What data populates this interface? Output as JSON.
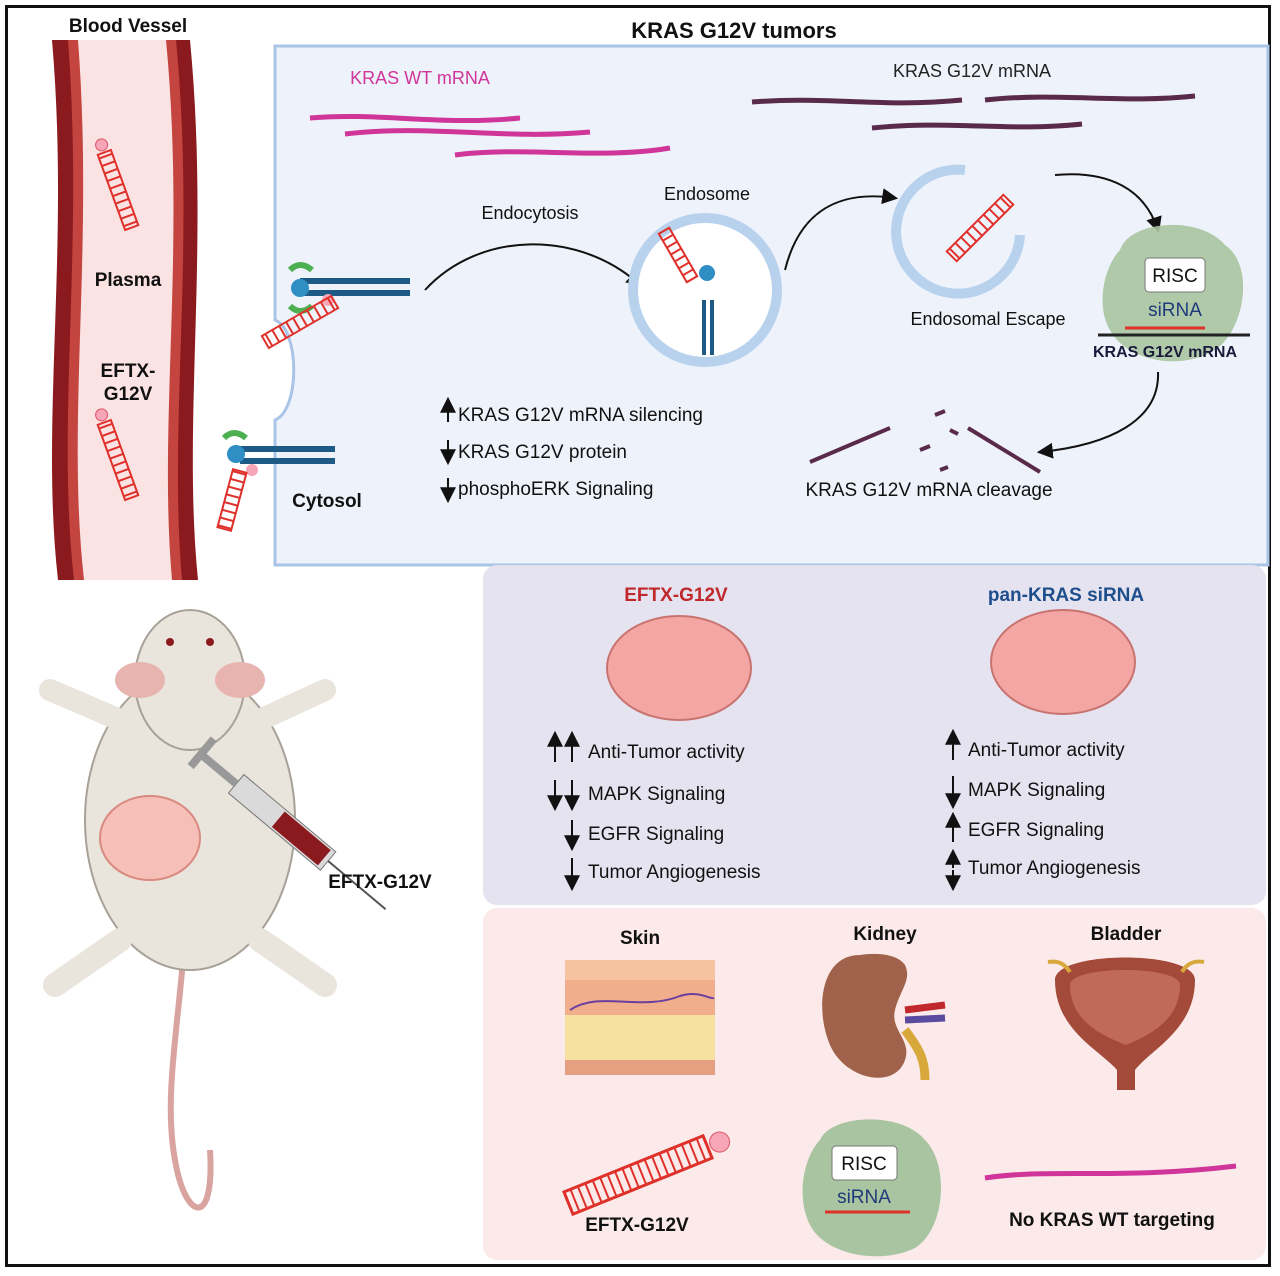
{
  "top": {
    "blood_vessel": "Blood Vessel",
    "title": "KRAS G12V tumors",
    "plasma": "Plasma",
    "eftx_line1": "EFTX-",
    "eftx_line2": "G12V",
    "cytosol": "Cytosol",
    "kras_wt_mrna": "KRAS WT mRNA",
    "kras_g12v_mrna": "KRAS G12V mRNA",
    "endocytosis": "Endocytosis",
    "endosome": "Endosome",
    "endosomal_escape": "Endosomal Escape",
    "risc": "RISC",
    "sirna": "siRNA",
    "risc_target": "KRAS G12V mRNA",
    "effect_1": "KRAS G12V mRNA silencing",
    "effect_2": "KRAS G12V protein",
    "effect_3": "phosphoERK Signaling",
    "cleavage": "KRAS G12V mRNA cleavage"
  },
  "mouse_label": "EFTX-G12V",
  "comparison": {
    "left_title": "EFTX-G12V",
    "right_title": "pan-KRAS siRNA",
    "left_color": "#c0282c",
    "right_color": "#1f4e8c",
    "left_items": [
      "Anti-Tumor activity",
      "MAPK Signaling",
      "EGFR Signaling",
      "Tumor Angiogenesis"
    ],
    "right_items": [
      "Anti-Tumor activity",
      "MAPK Signaling",
      "EGFR Signaling",
      "Tumor Angiogenesis"
    ]
  },
  "safety": {
    "skin": "Skin",
    "kidney": "Kidney",
    "bladder": "Bladder",
    "eftx": "EFTX-G12V",
    "risc": "RISC",
    "sirna": "siRNA",
    "no_wt": "No KRAS WT targeting"
  },
  "colors": {
    "wt_mrna": "#d0359a",
    "g12v_mrna": "#5a2a4a",
    "sirna_red": "#e0302a",
    "vessel": "#8b1a1e"
  }
}
